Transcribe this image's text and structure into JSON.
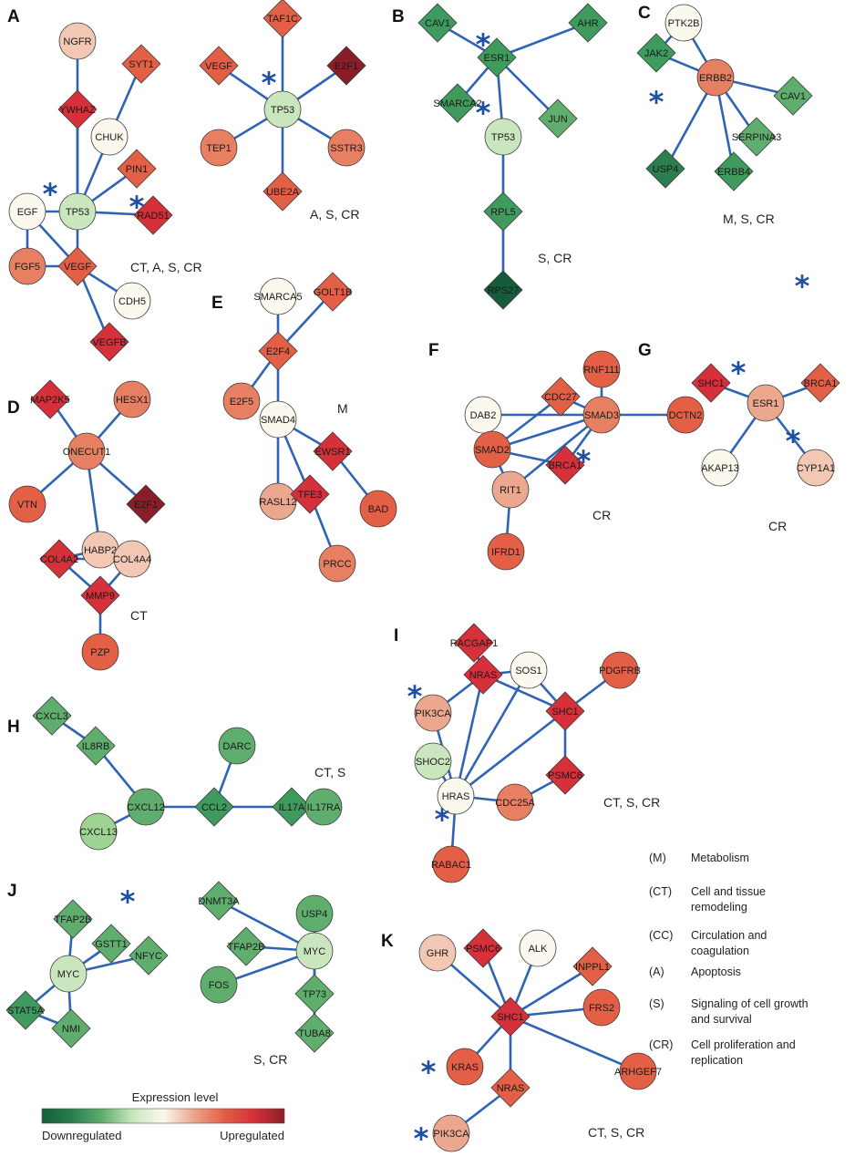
{
  "palette": {
    "white": "#fbf8ee",
    "lightpink": "#f2c7b4",
    "pink": "#eba88f",
    "salmon": "#e77f63",
    "orange": "#e35f45",
    "red": "#d6303a",
    "darkred": "#8a1e28",
    "palegreen": "#c9e6be",
    "lightgreen": "#9fd394",
    "green": "#5fae6d",
    "midgreen": "#3f9a5d",
    "darkgreen": "#2a7f4f",
    "deepgreen": "#155c3b",
    "edge": "#2f64b4",
    "star": "#1f4fa0"
  },
  "panels": [
    {
      "letter": "A",
      "category": "CT, A, S, CR"
    },
    {
      "letter": "B",
      "category": "S, CR"
    },
    {
      "letter": "C",
      "category": "M, S, CR"
    },
    {
      "letter": "D",
      "category": "CT"
    },
    {
      "letter": "E",
      "category": "M"
    },
    {
      "letter": "F",
      "category": "CR"
    },
    {
      "letter": "G",
      "category": "CR"
    },
    {
      "letter": "H",
      "category": "CT, S"
    },
    {
      "letter": "I",
      "category": "CT, S, CR"
    },
    {
      "letter": "J",
      "category": "S, CR"
    },
    {
      "letter": "K",
      "category": "CT, S, CR"
    }
  ],
  "extra_categories": [
    "A, S, CR"
  ],
  "nodes": [
    {
      "label": "NGFR",
      "shape": "circle",
      "color": "lightpink"
    },
    {
      "label": "SYT1",
      "shape": "diamond",
      "color": "orange"
    },
    {
      "label": "YWHAZ",
      "shape": "diamond",
      "color": "red"
    },
    {
      "label": "CHUK",
      "shape": "circle",
      "color": "white"
    },
    {
      "label": "PIN1",
      "shape": "diamond",
      "color": "orange"
    },
    {
      "label": "TP53",
      "shape": "circle",
      "color": "palegreen"
    },
    {
      "label": "EGF",
      "shape": "circle",
      "color": "white"
    },
    {
      "label": "RAD51",
      "shape": "diamond",
      "color": "red"
    },
    {
      "label": "FGF5",
      "shape": "circle",
      "color": "salmon"
    },
    {
      "label": "VEGF",
      "shape": "diamond",
      "color": "orange"
    },
    {
      "label": "CDH5",
      "shape": "circle",
      "color": "white"
    },
    {
      "label": "VEGFB",
      "shape": "diamond",
      "color": "red"
    },
    {
      "label": "TAF1C",
      "shape": "diamond",
      "color": "orange"
    },
    {
      "label": "VEGF",
      "shape": "diamond",
      "color": "orange"
    },
    {
      "label": "E2F1",
      "shape": "diamond",
      "color": "darkred"
    },
    {
      "label": "TP53",
      "shape": "circle",
      "color": "palegreen"
    },
    {
      "label": "TEP1",
      "shape": "circle",
      "color": "salmon"
    },
    {
      "label": "SSTR3",
      "shape": "circle",
      "color": "salmon"
    },
    {
      "label": "UBE2A",
      "shape": "diamond",
      "color": "orange"
    },
    {
      "label": "CAV1",
      "shape": "diamond",
      "color": "midgreen"
    },
    {
      "label": "ESR1",
      "shape": "diamond",
      "color": "midgreen"
    },
    {
      "label": "AHR",
      "shape": "diamond",
      "color": "midgreen"
    },
    {
      "label": "SMARCA2",
      "shape": "diamond",
      "color": "midgreen"
    },
    {
      "label": "TP53",
      "shape": "circle",
      "color": "palegreen"
    },
    {
      "label": "JUN",
      "shape": "diamond",
      "color": "green"
    },
    {
      "label": "RPL5",
      "shape": "diamond",
      "color": "midgreen"
    },
    {
      "label": "RPS27",
      "shape": "diamond",
      "color": "deepgreen"
    },
    {
      "label": "PTK2B",
      "shape": "circle",
      "color": "white"
    },
    {
      "label": "JAK2",
      "shape": "diamond",
      "color": "midgreen"
    },
    {
      "label": "ERBB2",
      "shape": "circle",
      "color": "salmon"
    },
    {
      "label": "CAV1",
      "shape": "diamond",
      "color": "green"
    },
    {
      "label": "SERPINA3",
      "shape": "diamond",
      "color": "green"
    },
    {
      "label": "USP4",
      "shape": "diamond",
      "color": "darkgreen"
    },
    {
      "label": "ERBB4",
      "shape": "diamond",
      "color": "midgreen"
    },
    {
      "label": "MAP2K5",
      "shape": "diamond",
      "color": "red"
    },
    {
      "label": "HESX1",
      "shape": "circle",
      "color": "salmon"
    },
    {
      "label": "ONECUT1",
      "shape": "circle",
      "color": "salmon"
    },
    {
      "label": "VTN",
      "shape": "circle",
      "color": "orange"
    },
    {
      "label": "E2F1",
      "shape": "diamond",
      "color": "darkred"
    },
    {
      "label": "HABP2",
      "shape": "circle",
      "color": "lightpink"
    },
    {
      "label": "COL4A2",
      "shape": "diamond",
      "color": "red"
    },
    {
      "label": "COL4A4",
      "shape": "circle",
      "color": "lightpink"
    },
    {
      "label": "MMP9",
      "shape": "diamond",
      "color": "red"
    },
    {
      "label": "PZP",
      "shape": "circle",
      "color": "orange"
    },
    {
      "label": "SMARCA5",
      "shape": "circle",
      "color": "white"
    },
    {
      "label": "GOLT1B",
      "shape": "diamond",
      "color": "orange"
    },
    {
      "label": "E2F4",
      "shape": "diamond",
      "color": "orange"
    },
    {
      "label": "E2F5",
      "shape": "circle",
      "color": "salmon"
    },
    {
      "label": "SMAD4",
      "shape": "circle",
      "color": "white"
    },
    {
      "label": "EWSR1",
      "shape": "diamond",
      "color": "red"
    },
    {
      "label": "RASL12",
      "shape": "circle",
      "color": "pink"
    },
    {
      "label": "TFE3",
      "shape": "diamond",
      "color": "red"
    },
    {
      "label": "BAD",
      "shape": "circle",
      "color": "orange"
    },
    {
      "label": "PRCC",
      "shape": "circle",
      "color": "salmon"
    },
    {
      "label": "CDC27",
      "shape": "diamond",
      "color": "orange"
    },
    {
      "label": "RNF111",
      "shape": "circle",
      "color": "orange"
    },
    {
      "label": "DAB2",
      "shape": "circle",
      "color": "white"
    },
    {
      "label": "SMAD3",
      "shape": "circle",
      "color": "salmon"
    },
    {
      "label": "DCTN2",
      "shape": "circle",
      "color": "orange"
    },
    {
      "label": "SMAD2",
      "shape": "circle",
      "color": "orange"
    },
    {
      "label": "BRCA1",
      "shape": "diamond",
      "color": "red"
    },
    {
      "label": "RIT1",
      "shape": "circle",
      "color": "pink"
    },
    {
      "label": "IFRD1",
      "shape": "circle",
      "color": "orange"
    },
    {
      "label": "SHC1",
      "shape": "diamond",
      "color": "red"
    },
    {
      "label": "BRCA1",
      "shape": "diamond",
      "color": "orange"
    },
    {
      "label": "ESR1",
      "shape": "circle",
      "color": "pink"
    },
    {
      "label": "AKAP13",
      "shape": "circle",
      "color": "white"
    },
    {
      "label": "CYP1A1",
      "shape": "circle",
      "color": "lightpink"
    },
    {
      "label": "CXCL3",
      "shape": "diamond",
      "color": "green"
    },
    {
      "label": "IL8RB",
      "shape": "diamond",
      "color": "green"
    },
    {
      "label": "DARC",
      "shape": "circle",
      "color": "green"
    },
    {
      "label": "CXCL12",
      "shape": "circle",
      "color": "green"
    },
    {
      "label": "CCL2",
      "shape": "diamond",
      "color": "midgreen"
    },
    {
      "label": "IL17A",
      "shape": "diamond",
      "color": "midgreen"
    },
    {
      "label": "IL17RA",
      "shape": "circle",
      "color": "green"
    },
    {
      "label": "CXCL13",
      "shape": "circle",
      "color": "lightgreen"
    },
    {
      "label": "RACGAP1",
      "shape": "diamond",
      "color": "red"
    },
    {
      "label": "NRAS",
      "shape": "diamond",
      "color": "red"
    },
    {
      "label": "SOS1",
      "shape": "circle",
      "color": "white"
    },
    {
      "label": "PDGFRB",
      "shape": "circle",
      "color": "orange"
    },
    {
      "label": "PIK3CA",
      "shape": "circle",
      "color": "pink"
    },
    {
      "label": "SHC1",
      "shape": "diamond",
      "color": "red"
    },
    {
      "label": "SHOC2",
      "shape": "circle",
      "color": "palegreen"
    },
    {
      "label": "PSMC6",
      "shape": "diamond",
      "color": "red"
    },
    {
      "label": "HRAS",
      "shape": "circle",
      "color": "white"
    },
    {
      "label": "CDC25A",
      "shape": "circle",
      "color": "salmon"
    },
    {
      "label": "RABAC1",
      "shape": "circle",
      "color": "orange"
    },
    {
      "label": "TFAP2B",
      "shape": "diamond",
      "color": "green"
    },
    {
      "label": "GSTT1",
      "shape": "diamond",
      "color": "green"
    },
    {
      "label": "NFYC",
      "shape": "diamond",
      "color": "green"
    },
    {
      "label": "MYC",
      "shape": "circle",
      "color": "palegreen"
    },
    {
      "label": "STAT5A",
      "shape": "diamond",
      "color": "midgreen"
    },
    {
      "label": "NMI",
      "shape": "diamond",
      "color": "green"
    },
    {
      "label": "DNMT3A",
      "shape": "diamond",
      "color": "green"
    },
    {
      "label": "USP4",
      "shape": "circle",
      "color": "green"
    },
    {
      "label": "TFAP2B",
      "shape": "diamond",
      "color": "green"
    },
    {
      "label": "MYC",
      "shape": "circle",
      "color": "palegreen"
    },
    {
      "label": "FOS",
      "shape": "circle",
      "color": "green"
    },
    {
      "label": "TP73",
      "shape": "diamond",
      "color": "green"
    },
    {
      "label": "TUBA8",
      "shape": "diamond",
      "color": "green"
    },
    {
      "label": "GHR",
      "shape": "circle",
      "color": "lightpink"
    },
    {
      "label": "PSMC6",
      "shape": "diamond",
      "color": "red"
    },
    {
      "label": "ALK",
      "shape": "circle",
      "color": "white"
    },
    {
      "label": "INPPL1",
      "shape": "diamond",
      "color": "orange"
    },
    {
      "label": "FRS2",
      "shape": "circle",
      "color": "orange"
    },
    {
      "label": "SHC1",
      "shape": "diamond",
      "color": "red"
    },
    {
      "label": "KRAS",
      "shape": "circle",
      "color": "orange"
    },
    {
      "label": "ARHGEF7",
      "shape": "circle",
      "color": "orange"
    },
    {
      "label": "NRAS",
      "shape": "diamond",
      "color": "orange"
    },
    {
      "label": "PIK3CA",
      "shape": "circle",
      "color": "pink"
    }
  ],
  "edges": [
    [
      0,
      5
    ],
    [
      1,
      3
    ],
    [
      2,
      5
    ],
    [
      3,
      5
    ],
    [
      4,
      5
    ],
    [
      6,
      5
    ],
    [
      5,
      7
    ],
    [
      6,
      9
    ],
    [
      5,
      9
    ],
    [
      8,
      9
    ],
    [
      9,
      10
    ],
    [
      9,
      11
    ],
    [
      6,
      8
    ],
    [
      15,
      12
    ],
    [
      15,
      13
    ],
    [
      15,
      14
    ],
    [
      15,
      16
    ],
    [
      15,
      17
    ],
    [
      15,
      18
    ],
    [
      19,
      20
    ],
    [
      20,
      21
    ],
    [
      20,
      22
    ],
    [
      20,
      23
    ],
    [
      20,
      24
    ],
    [
      23,
      25
    ],
    [
      25,
      26
    ],
    [
      27,
      28
    ],
    [
      27,
      29
    ],
    [
      28,
      29
    ],
    [
      29,
      30
    ],
    [
      29,
      31
    ],
    [
      29,
      32
    ],
    [
      29,
      33
    ],
    [
      34,
      36
    ],
    [
      35,
      36
    ],
    [
      36,
      37
    ],
    [
      36,
      38
    ],
    [
      36,
      39
    ],
    [
      39,
      40
    ],
    [
      39,
      41
    ],
    [
      40,
      41
    ],
    [
      40,
      42
    ],
    [
      41,
      42
    ],
    [
      42,
      43
    ],
    [
      44,
      46
    ],
    [
      45,
      46
    ],
    [
      46,
      47
    ],
    [
      46,
      48
    ],
    [
      48,
      49
    ],
    [
      48,
      50
    ],
    [
      48,
      51
    ],
    [
      49,
      52
    ],
    [
      51,
      53
    ],
    [
      54,
      57
    ],
    [
      54,
      59
    ],
    [
      55,
      57
    ],
    [
      56,
      57
    ],
    [
      57,
      58
    ],
    [
      56,
      59
    ],
    [
      57,
      59
    ],
    [
      57,
      60
    ],
    [
      57,
      61
    ],
    [
      59,
      60
    ],
    [
      59,
      61
    ],
    [
      61,
      62
    ],
    [
      63,
      65
    ],
    [
      64,
      65
    ],
    [
      65,
      66
    ],
    [
      65,
      67
    ],
    [
      68,
      69
    ],
    [
      69,
      71
    ],
    [
      70,
      72
    ],
    [
      71,
      72
    ],
    [
      72,
      73
    ],
    [
      73,
      74
    ],
    [
      71,
      75
    ],
    [
      76,
      77
    ],
    [
      77,
      78
    ],
    [
      77,
      80
    ],
    [
      77,
      84
    ],
    [
      77,
      81
    ],
    [
      78,
      81
    ],
    [
      78,
      84
    ],
    [
      79,
      81
    ],
    [
      80,
      84
    ],
    [
      81,
      84
    ],
    [
      81,
      83
    ],
    [
      82,
      84
    ],
    [
      83,
      85
    ],
    [
      84,
      85
    ],
    [
      84,
      86
    ],
    [
      87,
      90
    ],
    [
      88,
      90
    ],
    [
      89,
      90
    ],
    [
      90,
      91
    ],
    [
      90,
      92
    ],
    [
      91,
      92
    ],
    [
      93,
      96
    ],
    [
      94,
      96
    ],
    [
      95,
      96
    ],
    [
      96,
      97
    ],
    [
      96,
      98
    ],
    [
      96,
      99
    ],
    [
      100,
      105
    ],
    [
      101,
      105
    ],
    [
      102,
      105
    ],
    [
      103,
      105
    ],
    [
      104,
      105
    ],
    [
      105,
      106
    ],
    [
      105,
      107
    ],
    [
      105,
      108
    ],
    [
      108,
      109
    ]
  ],
  "stars": [
    {
      "panel": "A"
    },
    {
      "panel": "A"
    },
    {
      "panel": "A"
    },
    {
      "panel": "B"
    },
    {
      "panel": "B"
    },
    {
      "panel": "C"
    },
    {
      "panel": "F"
    },
    {
      "panel": "G"
    },
    {
      "panel": "G"
    },
    {
      "panel": "G"
    },
    {
      "panel": "I"
    },
    {
      "panel": "I"
    },
    {
      "panel": "J"
    },
    {
      "panel": "K"
    },
    {
      "panel": "K"
    }
  ],
  "legend": [
    {
      "code": "(M)",
      "lines": [
        "Metabolism"
      ]
    },
    {
      "code": "(CT)",
      "lines": [
        "Cell and tissue",
        "remodeling"
      ]
    },
    {
      "code": "(CC)",
      "lines": [
        "Circulation and",
        "coagulation"
      ]
    },
    {
      "code": "(A)",
      "lines": [
        "Apoptosis"
      ]
    },
    {
      "code": "(S)",
      "lines": [
        "Signaling of cell growth",
        "and survival"
      ]
    },
    {
      "code": "(CR)",
      "lines": [
        "Cell proliferation and",
        "replication"
      ]
    }
  ],
  "scale": {
    "title": "Expression level",
    "low_label": "Downregulated",
    "high_label": "Upregulated",
    "colors": [
      "#155c3b",
      "#2a7f4f",
      "#5fae6d",
      "#c9e6be",
      "#fbf8ee",
      "#eba88f",
      "#e35f45",
      "#d6303a",
      "#8a1e28"
    ]
  }
}
